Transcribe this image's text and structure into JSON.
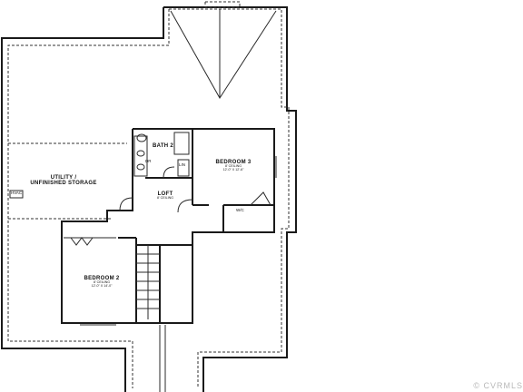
{
  "rooms": {
    "bath2": {
      "name": "BATH 2"
    },
    "bedroom3": {
      "name": "BEDROOM 3",
      "ceiling": "8' CEILING",
      "size": "12'-0\" X 12'-6\""
    },
    "loft": {
      "name": "LOFT",
      "ceiling": "8' CEILING"
    },
    "bedroom2": {
      "name": "BEDROOM 2",
      "ceiling": "8' CEILING",
      "size": "12'-0\" X 14'-0\""
    },
    "utility": {
      "line1": "UTILITY /",
      "line2": "UNFINISHED STORAGE"
    }
  },
  "fixtures": {
    "wic": "W/C",
    "hvac": "HVAC",
    "linen": "LIN",
    "dryer": "DR"
  },
  "watermark": "© CVRMLS"
}
